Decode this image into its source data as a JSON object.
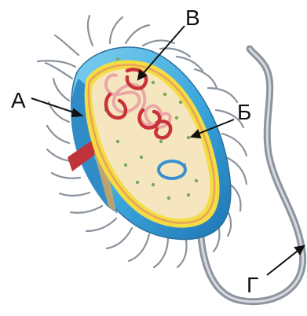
{
  "diagram": {
    "labels": {
      "a": "А",
      "b": "Б",
      "v": "В",
      "g": "Г"
    },
    "colors": {
      "background": "#ffffff",
      "cell_wall": "#4fb4e0",
      "cell_wall_dark": "#2a86c2",
      "membrane": "#f4dc45",
      "cytoplasm": "#f6e6bf",
      "membrane_inner": "#e8a35a",
      "nucleoid": "#c8323a",
      "ribosome": "#7aa85a",
      "pilus": "#8a929c",
      "flagellum": "#9aa1aa",
      "cross_section_red": "#c0333a",
      "label": "#111111"
    }
  }
}
